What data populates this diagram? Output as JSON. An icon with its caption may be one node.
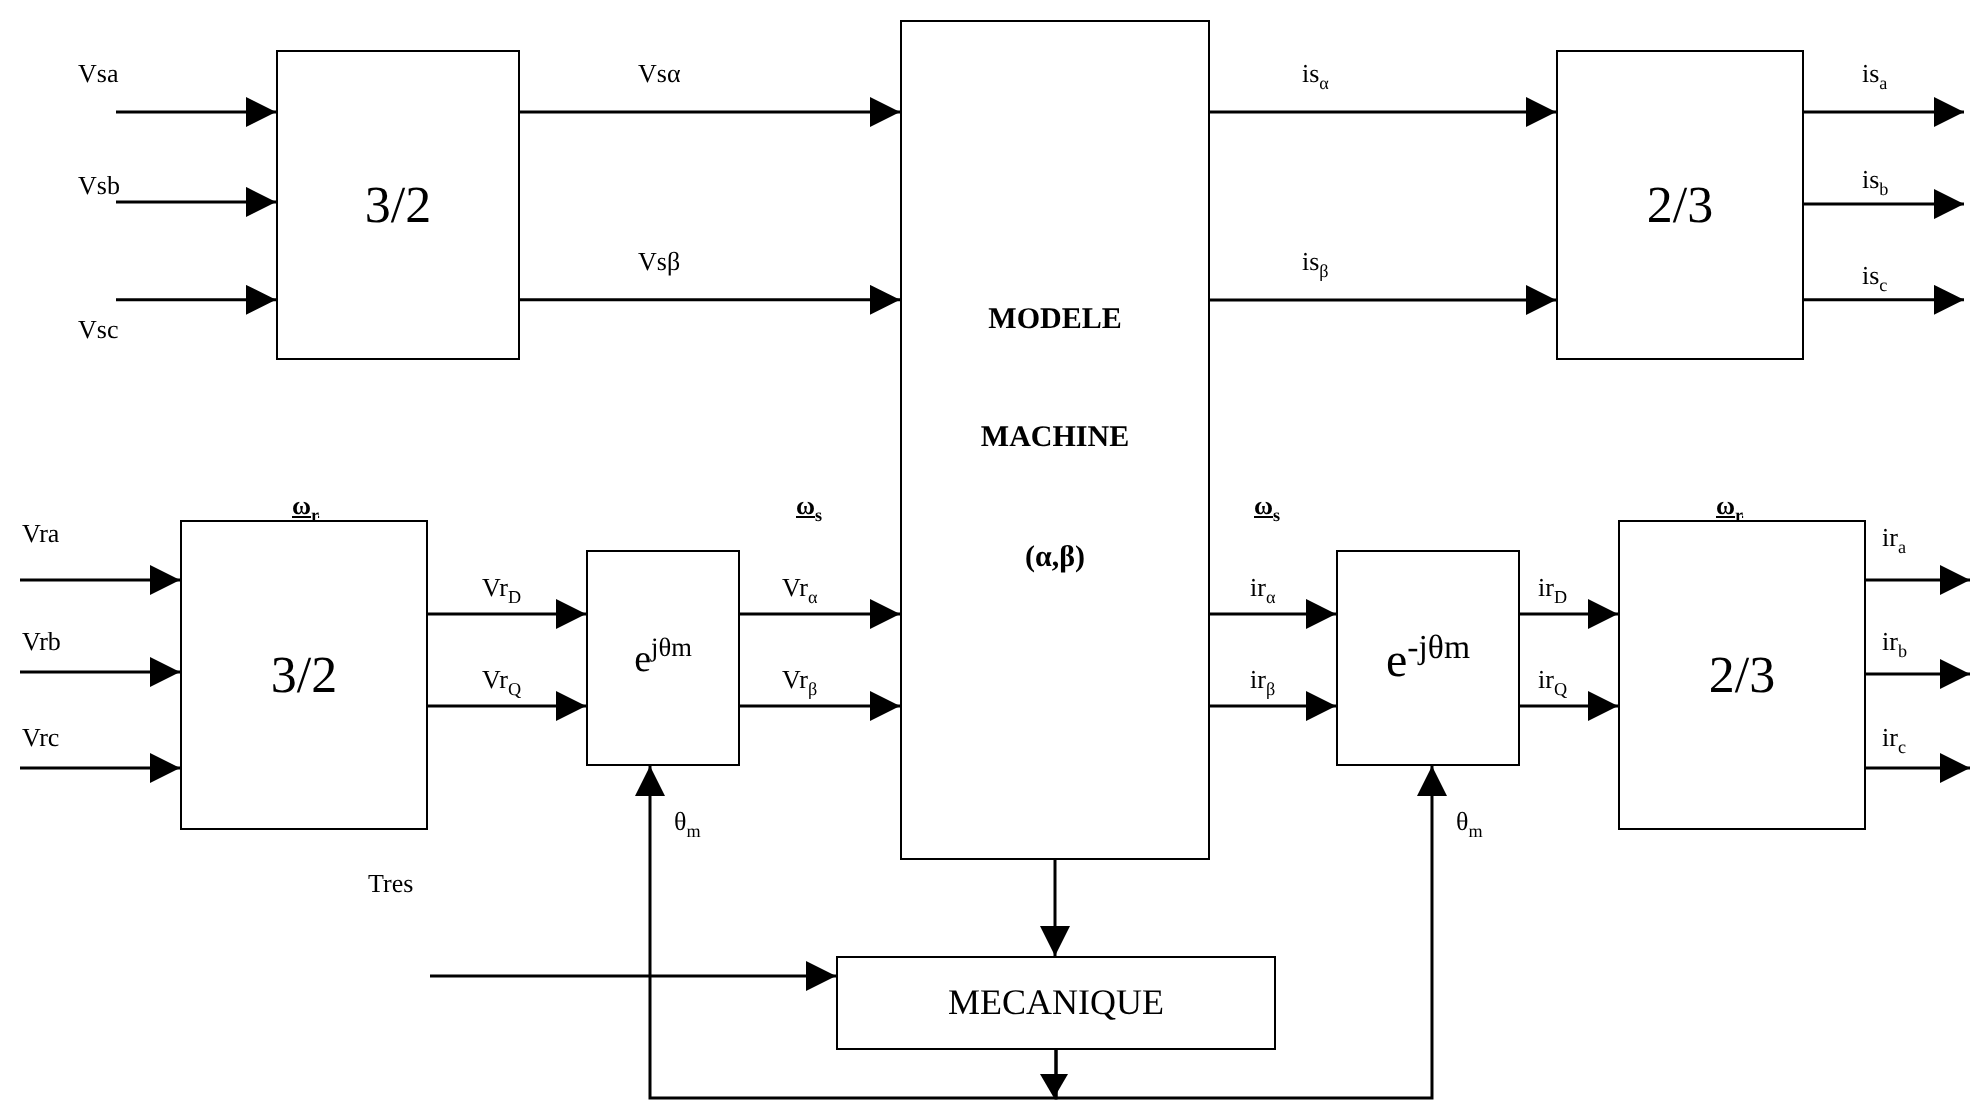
{
  "diagram": {
    "nodes": [
      {
        "text": [
          "3/2"
        ]
      },
      {
        "text": [
          "MODELE",
          "MACHINE",
          "(α,β)"
        ]
      },
      {
        "text": [
          "2/3"
        ]
      },
      {
        "text": [
          "3/2"
        ]
      },
      {
        "text": [
          "e$^{jθm}$"
        ]
      },
      {
        "text": [
          "e$^{-jθm}$"
        ]
      },
      {
        "text": [
          "2/3"
        ]
      },
      {
        "text": [
          "MECANIQUE"
        ]
      }
    ],
    "edges": [
      {
        "from": null,
        "to": 0,
        "arrow": "to",
        "label": "Vsa"
      },
      {
        "from": null,
        "to": 0,
        "arrow": "to",
        "label": "Vsb"
      },
      {
        "from": null,
        "to": 0,
        "arrow": "to",
        "label": "Vsc"
      },
      {
        "from": 0,
        "to": 1,
        "arrow": "to",
        "label": "Vsα"
      },
      {
        "from": 0,
        "to": 1,
        "arrow": "to",
        "label": "Vsβ"
      },
      {
        "from": 1,
        "to": 2,
        "arrow": "to",
        "label": "is$_{α}$"
      },
      {
        "from": 1,
        "to": 2,
        "arrow": "to",
        "label": "is$_{β}$"
      },
      {
        "from": 2,
        "to": null,
        "arrow": "to",
        "label": "is$_{a}$"
      },
      {
        "from": 2,
        "to": null,
        "arrow": "to",
        "label": "is$_{b}$"
      },
      {
        "from": 2,
        "to": null,
        "arrow": "to",
        "label": "is$_{c}$"
      },
      {
        "from": null,
        "to": 3,
        "arrow": "to",
        "label": "Vra"
      },
      {
        "from": null,
        "to": 3,
        "arrow": "to",
        "label": "Vrb"
      },
      {
        "from": null,
        "to": 3,
        "arrow": "to",
        "label": "Vrc"
      },
      {
        "from": 3,
        "to": 4,
        "arrow": "to",
        "label": "Vr$_{D}$"
      },
      {
        "from": 3,
        "to": 4,
        "arrow": "to",
        "label": "Vr$_{Q}$"
      },
      {
        "from": 4,
        "to": 1,
        "arrow": "to",
        "label": "Vr$_{α}$"
      },
      {
        "from": 4,
        "to": 1,
        "arrow": "to",
        "label": "Vr$_{β}$"
      },
      {
        "from": 1,
        "to": 5,
        "arrow": "to",
        "label": "ir$_{α}$"
      },
      {
        "from": 1,
        "to": 5,
        "arrow": "to",
        "label": "ir$_{β}$"
      },
      {
        "from": 5,
        "to": 6,
        "arrow": "to",
        "label": "ir$_{D}$"
      },
      {
        "from": 5,
        "to": 6,
        "arrow": "to",
        "label": "ir$_{Q}$"
      },
      {
        "from": 6,
        "to": null,
        "arrow": "to",
        "label": "ir$_{a}$"
      },
      {
        "from": 6,
        "to": null,
        "arrow": "to",
        "label": "ir$_{b}$"
      },
      {
        "from": 6,
        "to": null,
        "arrow": "to",
        "label": "ir$_{c}$"
      },
      {
        "from": 1,
        "to": 7,
        "arrow": "to"
      },
      {
        "from": null,
        "to": 7,
        "arrow": "to",
        "label": "Tres"
      },
      {
        "from": 7,
        "to": 4,
        "arrow": "to",
        "label": "θ$_{m}$"
      },
      {
        "from": 7,
        "to": 5,
        "arrow": "to",
        "label": "θ$_{m}$"
      }
    ],
    "labels": [
      "ω$_{r}$",
      "ω$_{s}$",
      "ω$_{s}$",
      "ω$_{r}$"
    ]
  }
}
